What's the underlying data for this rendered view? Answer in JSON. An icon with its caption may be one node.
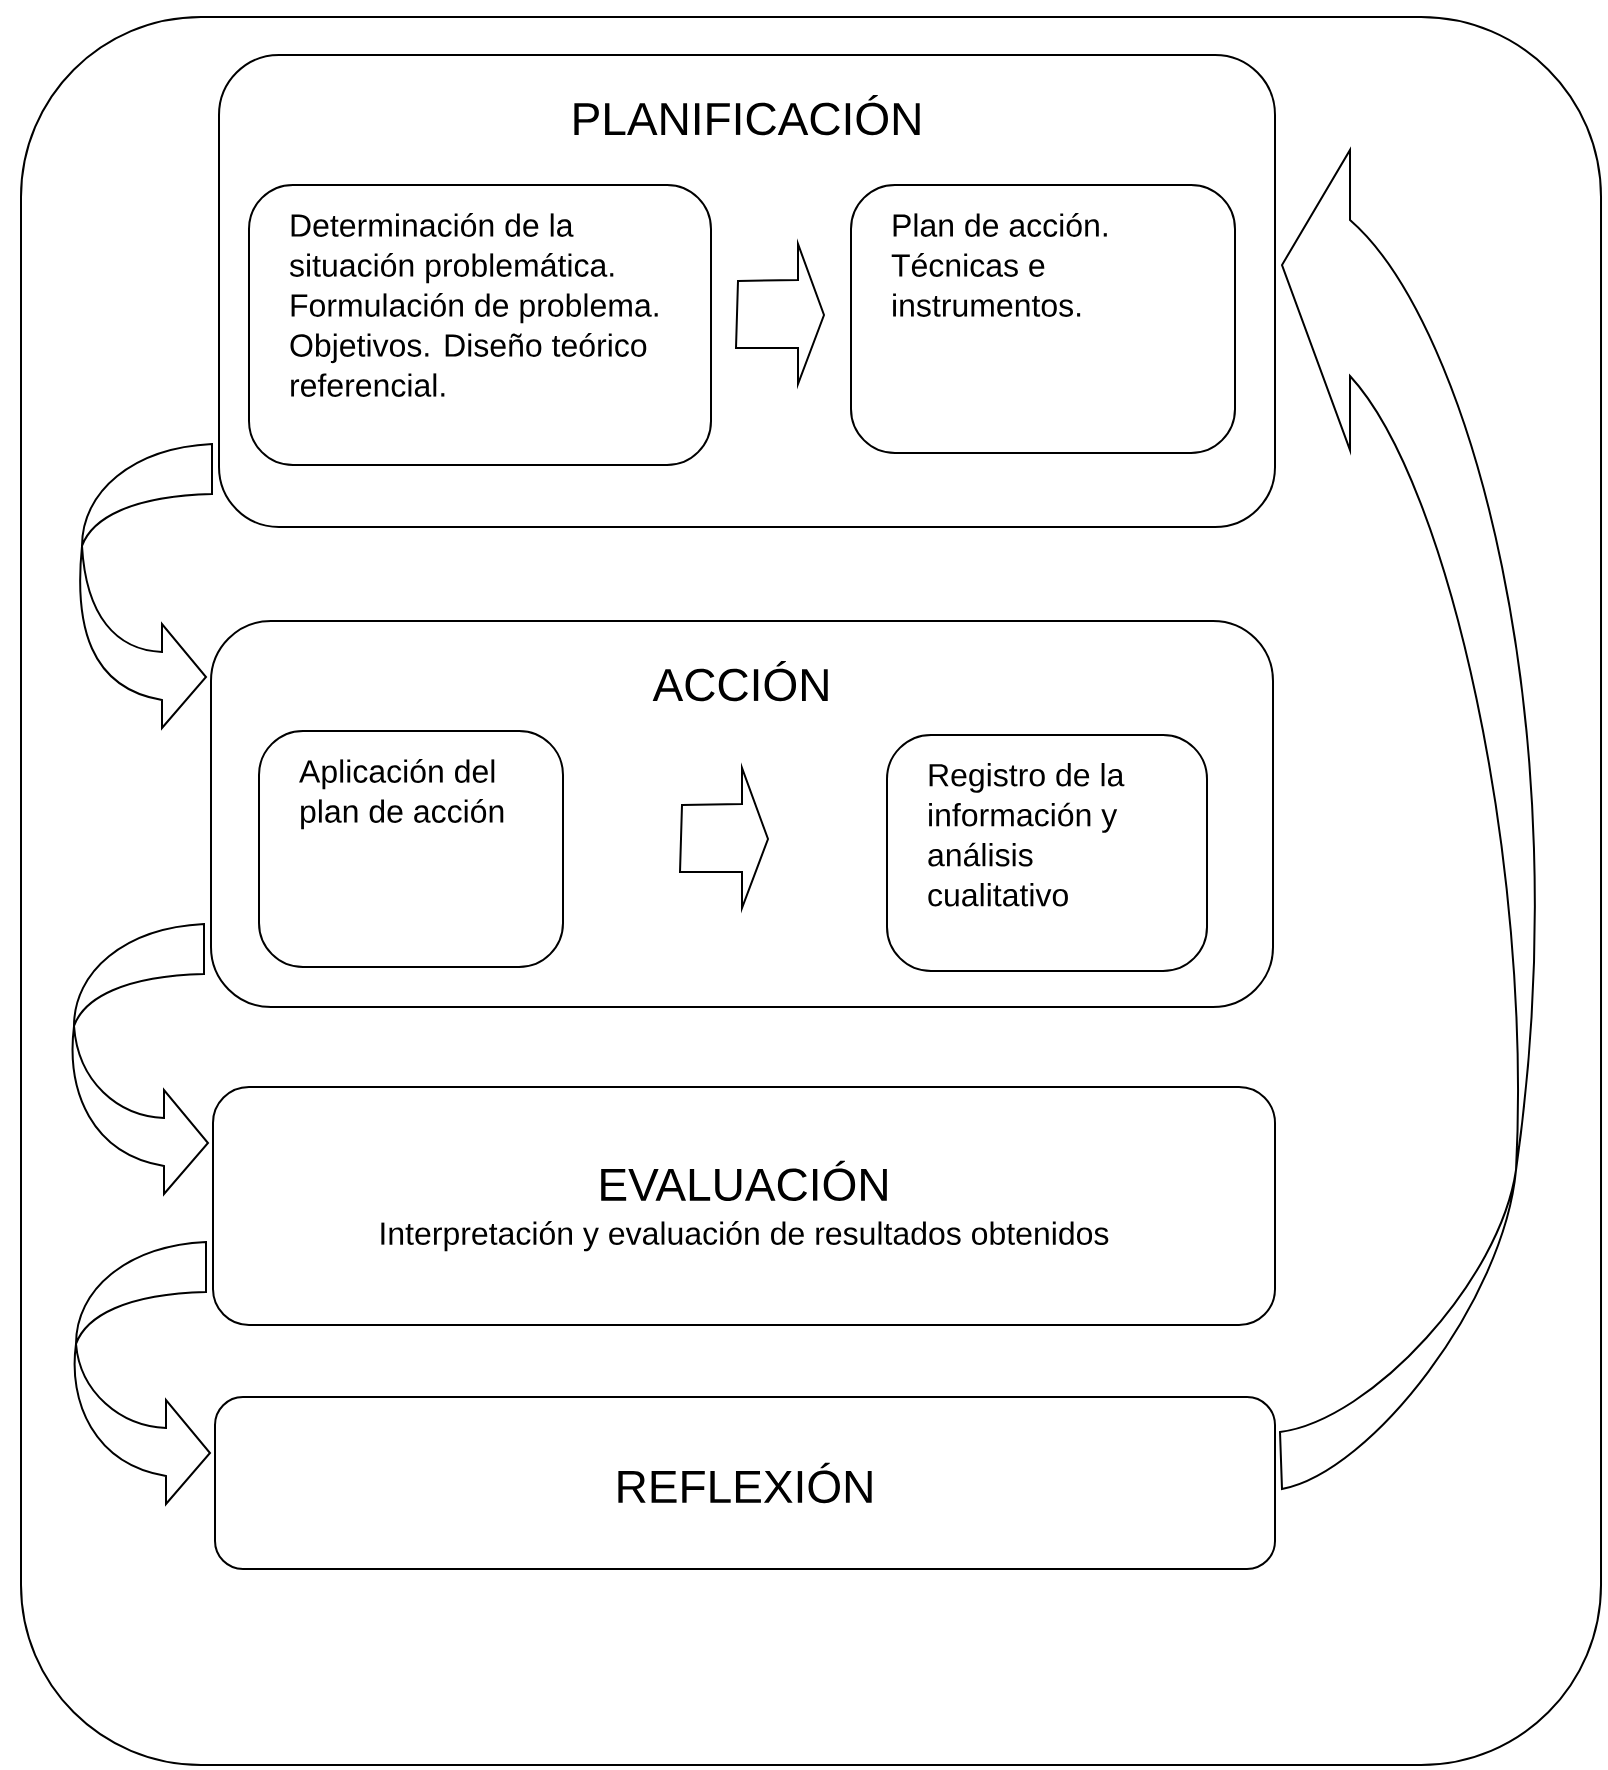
{
  "diagram": {
    "nodes": [
      {
        "text": [],
        "shape": "box"
      },
      {
        "text": [
          "PLANIFICACIÓN"
        ],
        "in": 0
      },
      {
        "text": [
          "Determinación de la situación problemática. Formulación de problema. Objetivos. Diseño teórico referencial."
        ],
        "in": 1
      },
      {
        "text": [
          "Plan de acción. Técnicas e instrumentos."
        ],
        "in": 1
      },
      {
        "text": [
          "ACCIÓN"
        ],
        "in": 0
      },
      {
        "text": [
          "Aplicación del plan de acción"
        ],
        "in": 4
      },
      {
        "text": [
          "Registro de la información y análisis cualitativo"
        ],
        "in": 4
      },
      {
        "text": [
          "EVALUACIÓN",
          "Interpretación y evaluación de resultados obtenidos"
        ],
        "in": 0
      },
      {
        "text": [
          "REFLEXIÓN"
        ],
        "in": 0
      }
    ],
    "edges": [
      {
        "from": 2,
        "to": 3,
        "arrow": "to"
      },
      {
        "from": 5,
        "to": 6,
        "arrow": "to"
      },
      {
        "from": 1,
        "to": 4,
        "arrow": "to"
      },
      {
        "from": 4,
        "to": 7,
        "arrow": "to"
      },
      {
        "from": 7,
        "to": 8,
        "arrow": "to"
      },
      {
        "from": 8,
        "to": 1,
        "arrow": "to"
      }
    ]
  }
}
